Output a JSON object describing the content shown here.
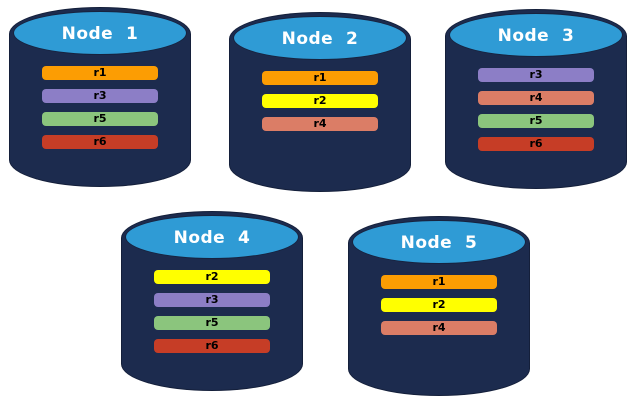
{
  "diagram": {
    "description": "Five database node cylinders showing replica placement",
    "colors": {
      "cylinder_body": "#1C2B4E",
      "cylinder_top": "#2F9BD5",
      "title_text": "#FFFFFF",
      "bar_text": "#000000",
      "replicas": {
        "r1": "#FC9D03",
        "r2": "#FFFF00",
        "r3": "#8C7EC6",
        "r4": "#DB7D66",
        "r5": "#8BC57D",
        "r6": "#C63D26"
      }
    },
    "nodes": [
      {
        "label": "Node  1",
        "replicas": [
          "r1",
          "r3",
          "r5",
          "r6"
        ]
      },
      {
        "label": "Node  2",
        "replicas": [
          "r1",
          "r2",
          "r4"
        ]
      },
      {
        "label": "Node  3",
        "replicas": [
          "r3",
          "r4",
          "r5",
          "r6"
        ]
      },
      {
        "label": "Node  4",
        "replicas": [
          "r2",
          "r3",
          "r5",
          "r6"
        ]
      },
      {
        "label": "Node  5",
        "replicas": [
          "r1",
          "r2",
          "r4"
        ]
      }
    ]
  }
}
